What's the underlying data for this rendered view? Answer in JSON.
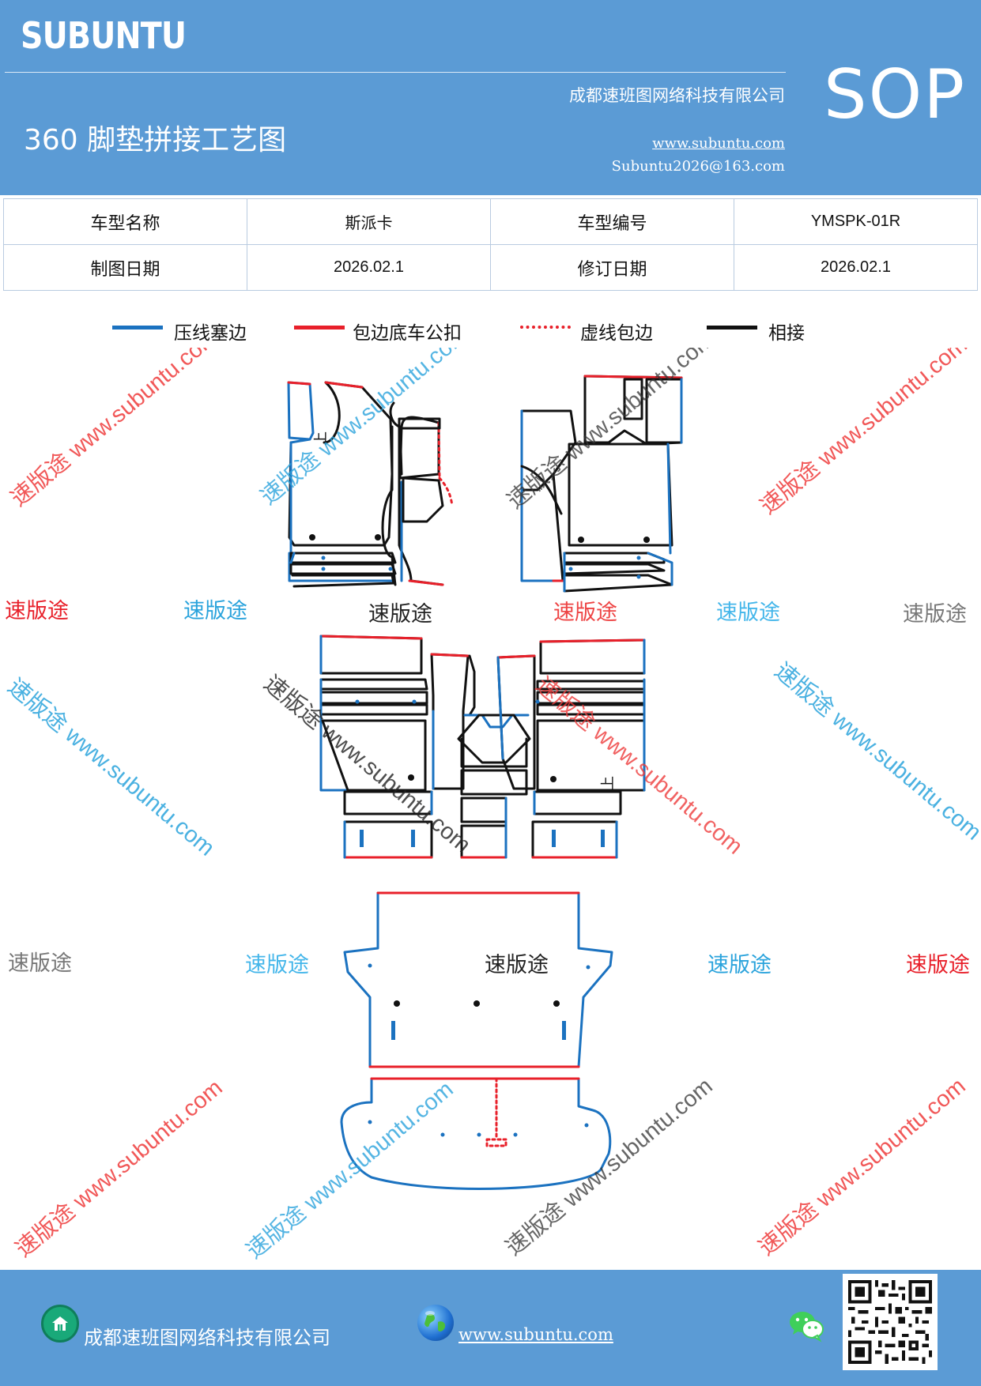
{
  "header": {
    "brand": "SUBUNTU",
    "title": "360 脚垫拼接工艺图",
    "company": "成都速班图网络科技有限公司",
    "website": "www.subuntu.com",
    "email": "Subuntu2026@163.com",
    "badge": "SOP"
  },
  "info_table": {
    "rows": [
      [
        "车型名称",
        "斯派卡",
        "车型编号",
        "YMSPK-01R"
      ],
      [
        "制图日期",
        "2026.02.1",
        "修订日期",
        "2026.02.1"
      ]
    ]
  },
  "legend": [
    {
      "label": "压线塞边",
      "color": "#1b72c0",
      "style": "solid"
    },
    {
      "label": "包边底车公扣",
      "color": "#e8202a",
      "style": "solid"
    },
    {
      "label": "虚线包边",
      "color": "#e8202a",
      "style": "dotted"
    },
    {
      "label": "相接",
      "color": "#111111",
      "style": "solid"
    }
  ],
  "watermarks": {
    "short": "速版途",
    "diagonal": "速版途 www.subuntu.com"
  },
  "diagram": {
    "up_mark": "上"
  },
  "footer": {
    "company": "成都速班图网络科技有限公司",
    "website": "www.subuntu.com",
    "icons": [
      "home-icon",
      "globe-icon",
      "wechat-icon",
      "qr-code"
    ]
  },
  "colors": {
    "header_bg": "#5b9bd5",
    "blue_edge": "#1b72c0",
    "red_edge": "#e8202a",
    "black_edge": "#111111"
  }
}
